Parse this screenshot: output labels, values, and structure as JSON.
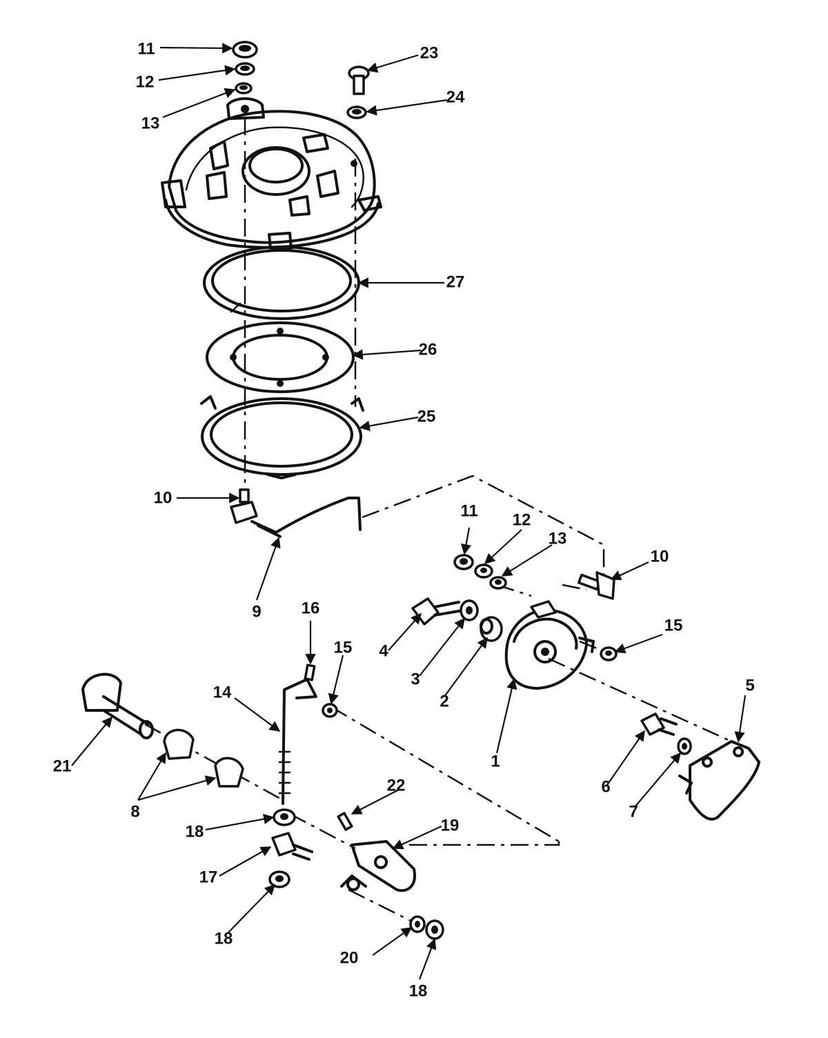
{
  "callouts": [
    {
      "label": "11"
    },
    {
      "label": "12"
    },
    {
      "label": "13"
    },
    {
      "label": "23"
    },
    {
      "label": "24"
    },
    {
      "label": "27"
    },
    {
      "label": "26"
    },
    {
      "label": "25"
    },
    {
      "label": "10"
    },
    {
      "label": "9"
    },
    {
      "label": "11"
    },
    {
      "label": "12"
    },
    {
      "label": "13"
    },
    {
      "label": "10"
    },
    {
      "label": "4"
    },
    {
      "label": "3"
    },
    {
      "label": "2"
    },
    {
      "label": "15"
    },
    {
      "label": "1"
    },
    {
      "label": "5"
    },
    {
      "label": "6"
    },
    {
      "label": "7"
    },
    {
      "label": "16"
    },
    {
      "label": "15"
    },
    {
      "label": "14"
    },
    {
      "label": "21"
    },
    {
      "label": "8"
    },
    {
      "label": "18"
    },
    {
      "label": "17"
    },
    {
      "label": "18"
    },
    {
      "label": "22"
    },
    {
      "label": "19"
    },
    {
      "label": "20"
    },
    {
      "label": "18"
    }
  ]
}
